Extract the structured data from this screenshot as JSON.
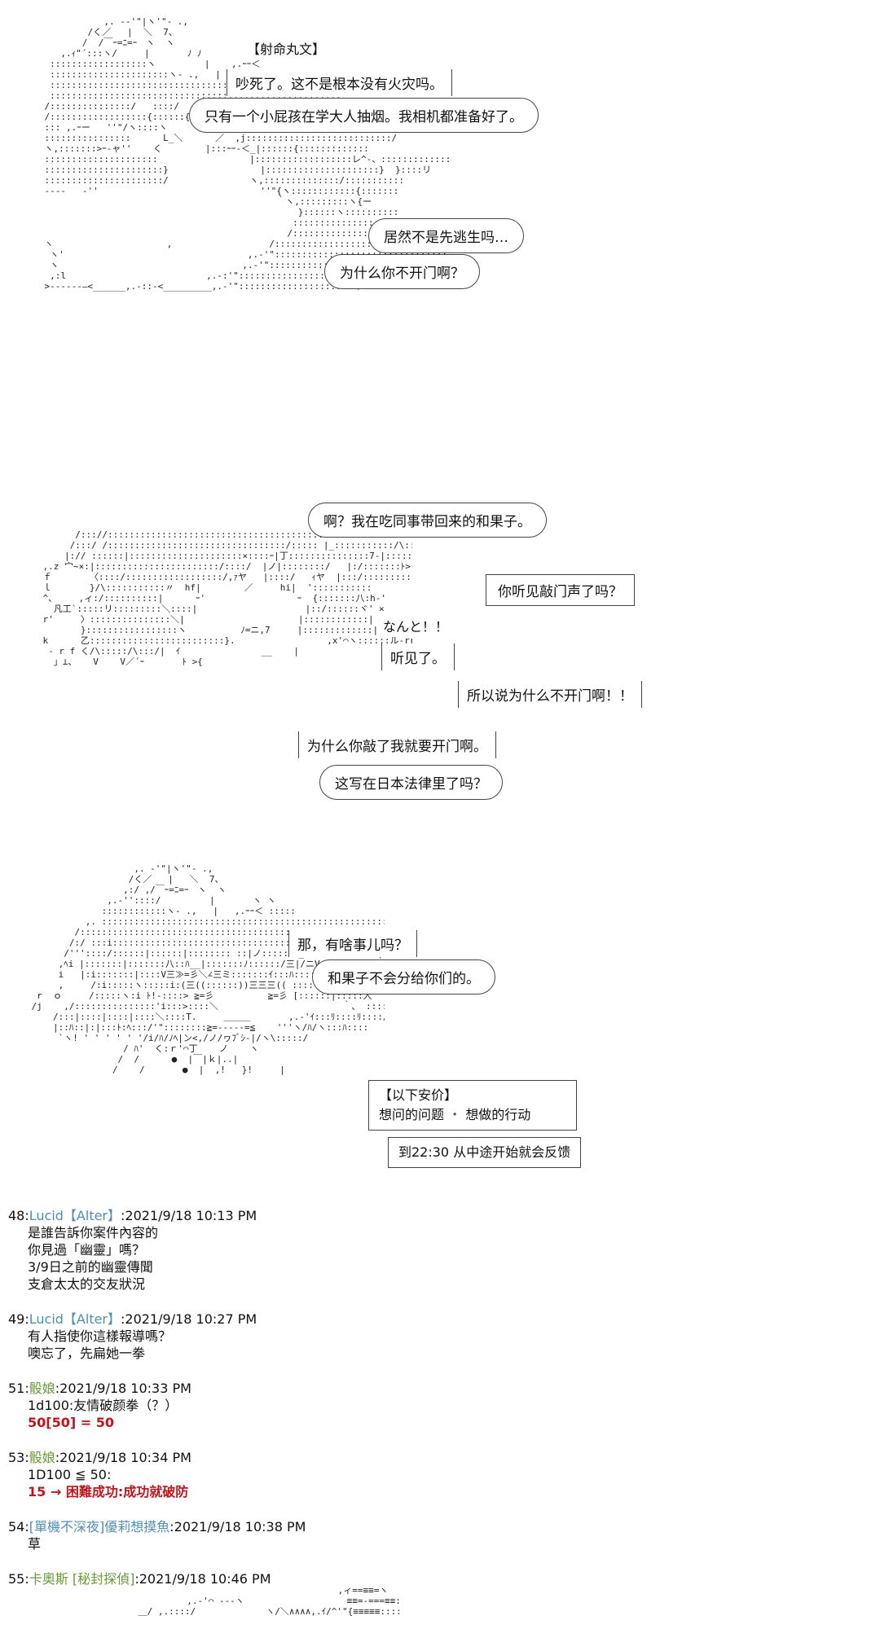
{
  "panel1": {
    "speaker": "【射命丸文】",
    "line1": "吵死了。这不是根本没有火灾吗。",
    "line2": "只有一个小屁孩在学大人抽烟。我相机都准备好了。",
    "line3": "居然不是先逃生吗…",
    "line4": "为什么你不开门啊？"
  },
  "panel2": {
    "line1": "啊？我在吃同事带回来的和果子。",
    "line2": "你听见敲门声了吗？",
    "line3": "なんと！！",
    "line4": "听见了。",
    "line5": "所以说为什么不开门啊！！",
    "line6": "为什么你敲了我就要开门啊。",
    "line7": "这写在日本法律里了吗？"
  },
  "panel3": {
    "line1": "那，有啥事儿吗？",
    "line2": "和果子不会分给你们的。",
    "box_title": "【以下安价】",
    "box_q1": "想问的问题",
    "box_sep": "・",
    "box_q2": "想做的行动",
    "deadline": "到22:30 从中途开始就会反馈"
  },
  "posts": [
    {
      "num": "48:",
      "name": "Lucid【Alter】",
      "date": ":2021/9/18 10:13 PM",
      "lines": [
        "是誰告訴你案件內容的",
        "你見過「幽靈」嗎？",
        "3/9日之前的幽靈傳聞",
        "支倉太太的交友狀況"
      ]
    },
    {
      "num": "49:",
      "name": "Lucid【Alter】",
      "date": ":2021/9/18 10:27 PM",
      "lines": [
        "有人指使你這樣報導嗎？",
        "噢忘了，先扁她一拳"
      ]
    },
    {
      "num": "51:",
      "name": "骰娘",
      "date": ":2021/9/18 10:33 PM",
      "lines": [
        "1d100:友情破颜拳（？）"
      ],
      "result": "50[50] = 50"
    },
    {
      "num": "53:",
      "name": "骰娘",
      "date": ":2021/9/18 10:34 PM",
      "lines": [
        "1D100 ≦ 50:"
      ],
      "result": "15 → 困難成功:成功就破防"
    },
    {
      "num": "54:",
      "name": "[單機不深夜]優莉想摸魚",
      "date": ":2021/9/18 10:38 PM",
      "lines": [
        "草"
      ]
    },
    {
      "num": "55:",
      "name": "卡奧斯 [秘封探偵]",
      "date": ":2021/9/18 10:46 PM",
      "lines": []
    }
  ]
}
